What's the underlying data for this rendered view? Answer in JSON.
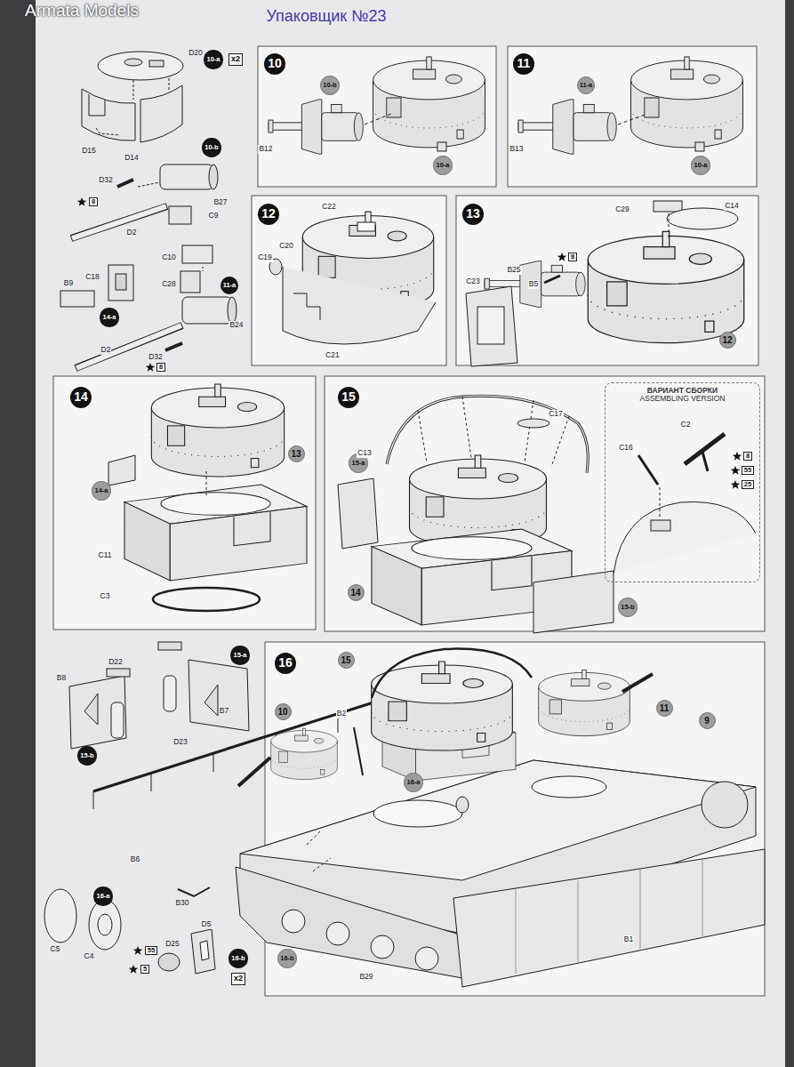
{
  "diagram": {
    "nodes": [
      {
        "text": [
          "10-a"
        ]
      },
      {
        "text": [
          "x2"
        ]
      },
      {
        "text": [
          "10-b"
        ]
      },
      {
        "text": [
          "11-a"
        ]
      },
      {
        "text": [
          "14-a"
        ]
      },
      {
        "text": [
          "10"
        ]
      },
      {
        "text": [
          "10-b"
        ]
      },
      {
        "text": [
          "10-a"
        ]
      },
      {
        "text": [
          "11"
        ]
      },
      {
        "text": [
          "11-a"
        ]
      },
      {
        "text": [
          "10-a"
        ]
      },
      {
        "text": [
          "12"
        ]
      },
      {
        "text": [
          "13"
        ]
      },
      {
        "text": [
          "12"
        ]
      },
      {
        "text": [
          "14"
        ]
      },
      {
        "text": [
          "13"
        ]
      },
      {
        "text": [
          "14-a"
        ]
      },
      {
        "text": [
          "15"
        ]
      },
      {
        "text": [
          "15-a"
        ]
      },
      {
        "text": [
          "ВАРИАНТ СБОРКИ",
          "ASSEMBLING VERSION"
        ]
      },
      {
        "text": [
          "14"
        ]
      },
      {
        "text": [
          "15-b"
        ]
      },
      {
        "text": [
          "15-a"
        ]
      },
      {
        "text": [
          "15-b"
        ]
      },
      {
        "text": [
          "16-a"
        ]
      },
      {
        "text": [
          "16-b"
        ]
      },
      {
        "text": [
          "x2"
        ]
      },
      {
        "text": [
          "16"
        ]
      },
      {
        "text": [
          "15"
        ]
      },
      {
        "text": [
          "10"
        ]
      },
      {
        "text": [
          "11"
        ]
      },
      {
        "text": [
          "9"
        ]
      },
      {
        "text": [
          "16-a"
        ]
      },
      {
        "text": [
          "16-b"
        ]
      }
    ],
    "labels": [
      "Armata Models",
      "Упаковщик №23",
      "D20",
      "D15",
      "D14",
      "D32",
      "8",
      "B27",
      "C9",
      "D2",
      "C10",
      "C28",
      "C18",
      "B9",
      "B24",
      "D2",
      "D32",
      "8",
      "B12",
      "B13",
      "C22",
      "C20",
      "C19",
      "C21",
      "C29",
      "C14",
      "B25",
      "B5",
      "8",
      "C23",
      "C11",
      "C3",
      "C17",
      "C13",
      "C2",
      "C16",
      "8",
      "55",
      "25",
      "D22",
      "B8",
      "B7",
      "D23",
      "B6",
      "C5",
      "C4",
      "D25",
      "D5",
      "55",
      "5",
      "B2",
      "B30",
      "B29",
      "B1"
    ]
  }
}
